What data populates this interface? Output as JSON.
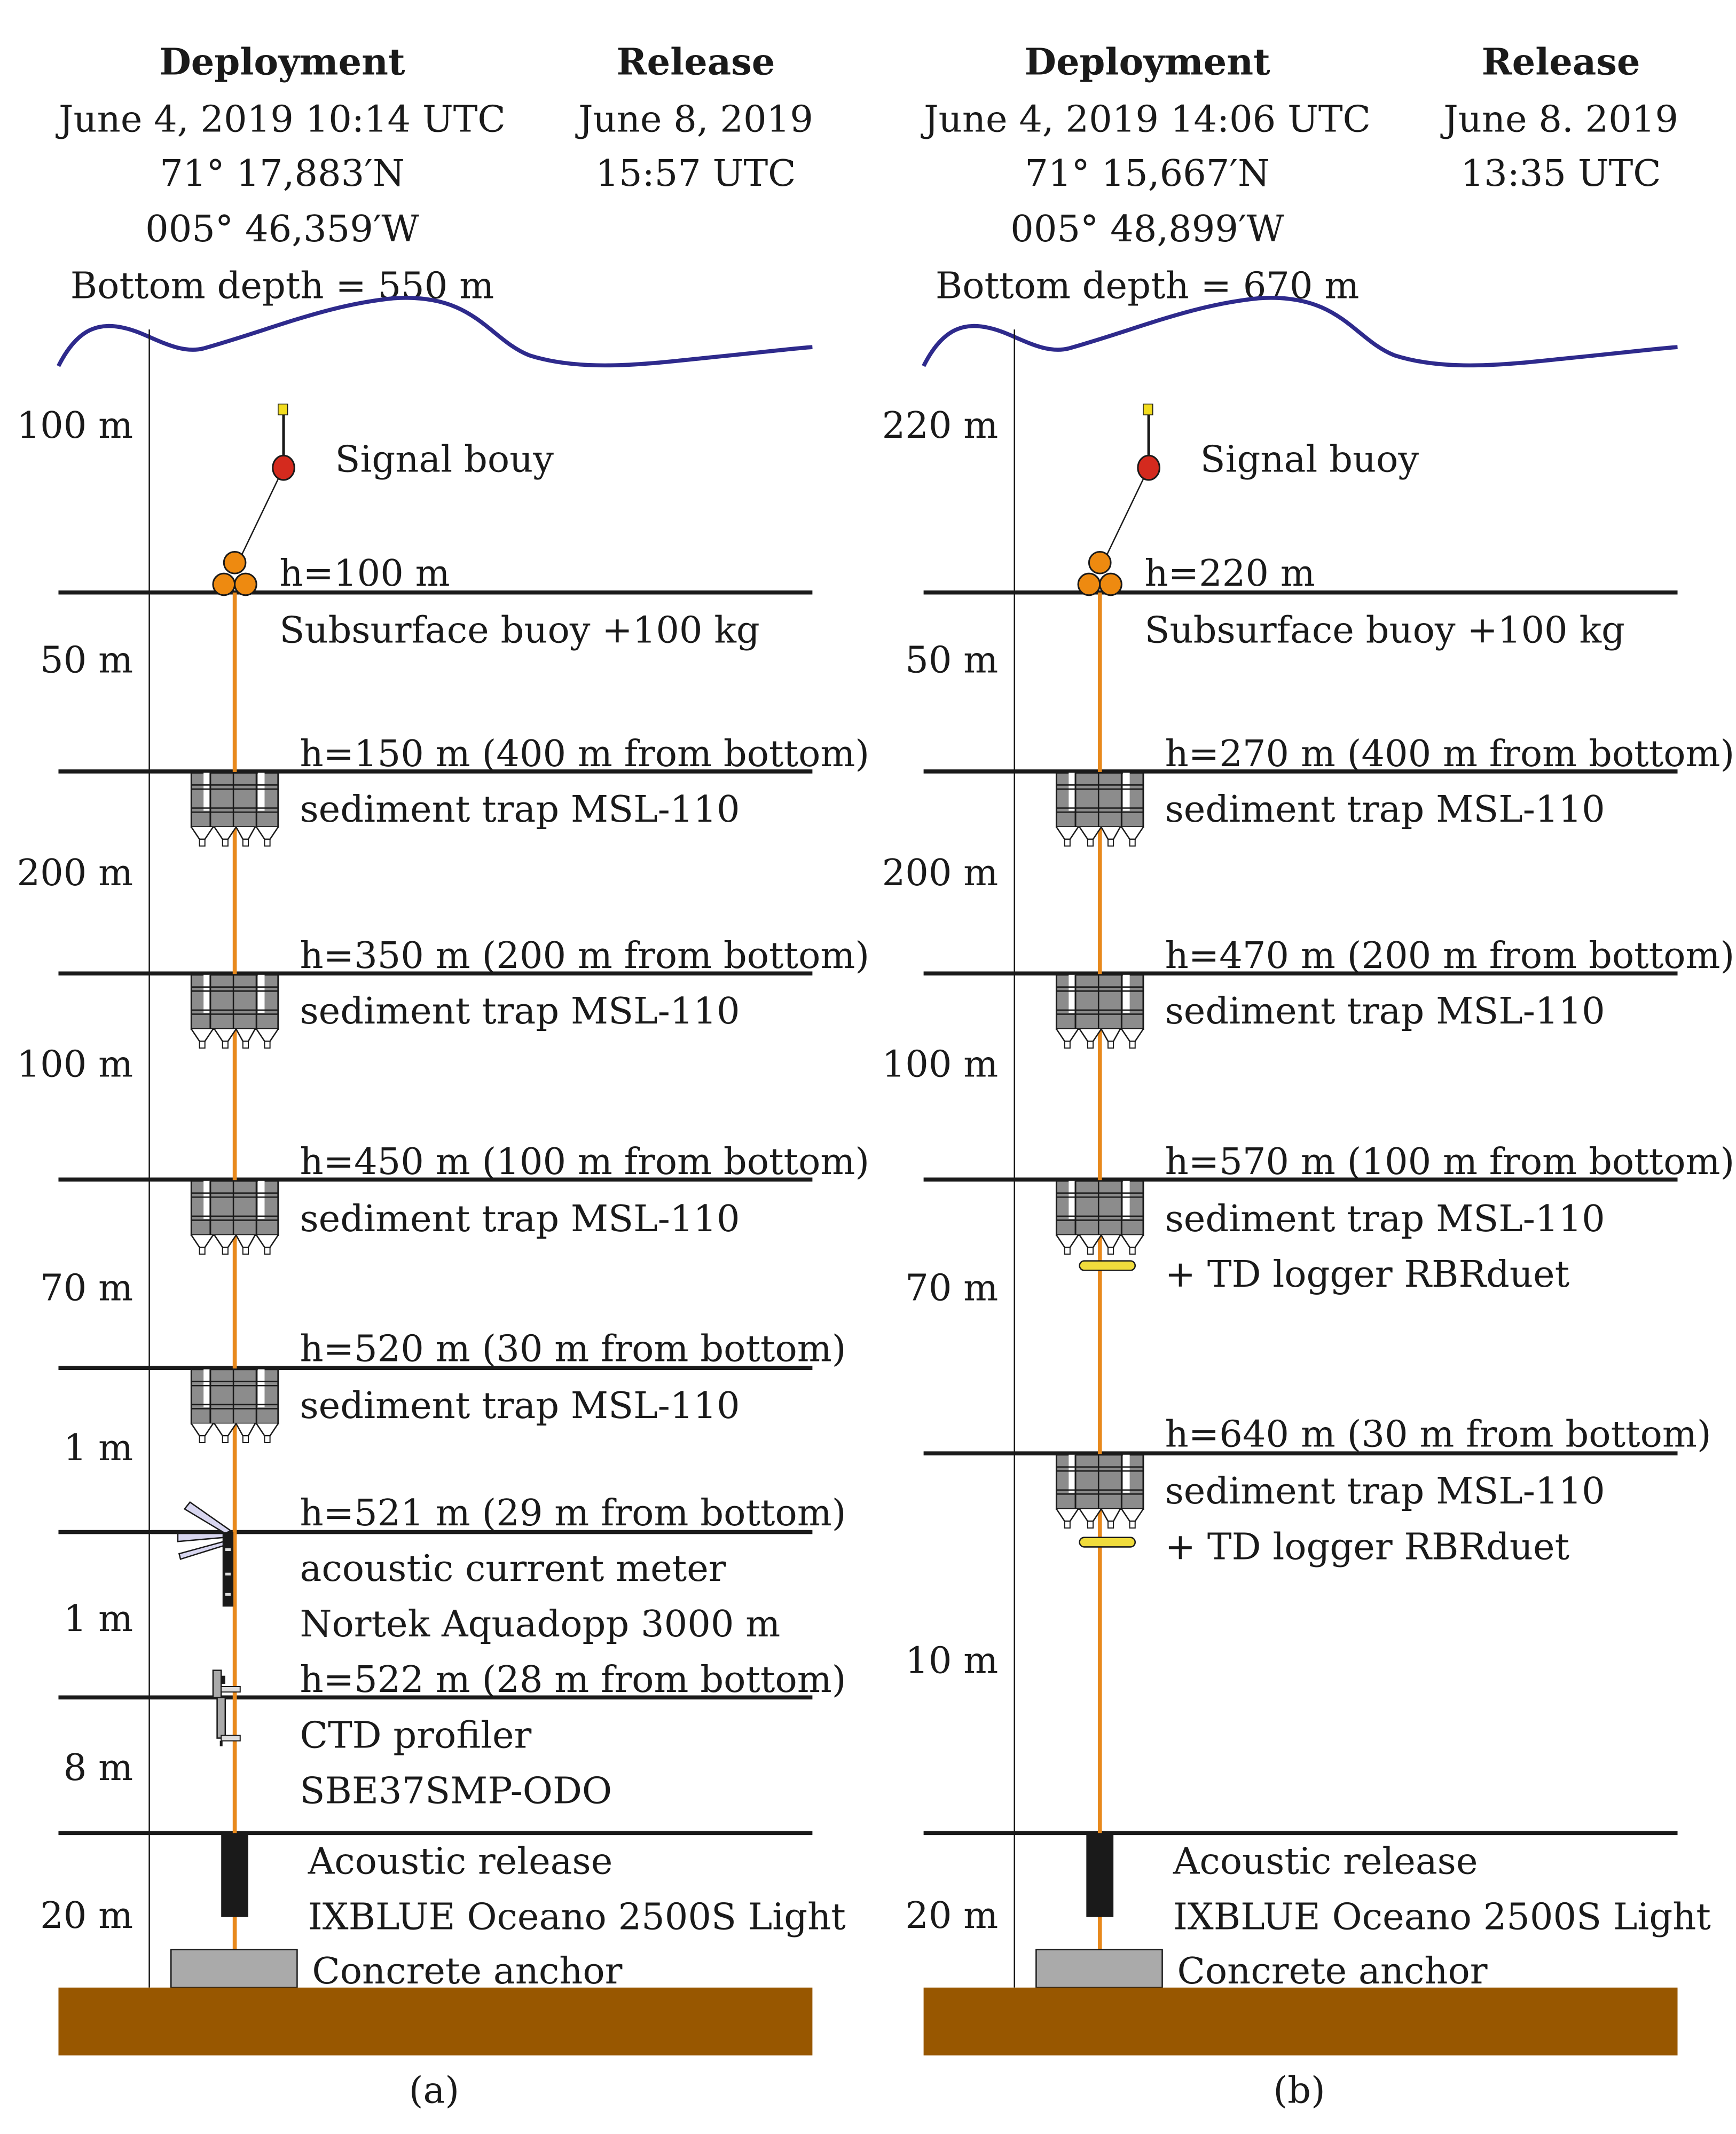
{
  "panels": [
    {
      "id": "a",
      "caption": "(a)",
      "deployment": {
        "title": "Deployment",
        "datetime": "June 4, 2019  10:14 UTC",
        "latitude": "71° 17,883′N",
        "longitude": "005° 46,359′W",
        "bottom_depth": "Bottom depth = 550 m"
      },
      "release": {
        "title": "Release",
        "date": "June 8, 2019",
        "time": "15:57 UTC"
      },
      "segment_lengths": [
        "100 m",
        "50 m",
        "200 m",
        "100 m",
        "70 m",
        "1 m",
        "1 m",
        "8 m",
        "20 m"
      ],
      "signal_buoy": "Signal bouy",
      "subsurface_depth": "h=100 m",
      "subsurface_label": "Subsurface buoy +100 kg",
      "instruments": [
        {
          "depth": "h=150 m (400 m from bottom)",
          "lines": [
            "sediment trap MSL-110"
          ]
        },
        {
          "depth": "h=350 m (200 m from bottom)",
          "lines": [
            "sediment trap MSL-110"
          ]
        },
        {
          "depth": "h=450 m (100 m from bottom)",
          "lines": [
            "sediment trap MSL-110"
          ]
        },
        {
          "depth": "h=520 m (30 m from bottom)",
          "lines": [
            "sediment trap MSL-110"
          ]
        },
        {
          "depth": "h=521 m (29 m from bottom)",
          "lines": [
            "acoustic current meter",
            "Nortek Aquadopp 3000 m"
          ]
        },
        {
          "depth": "h=522 m (28 m from bottom)",
          "lines": [
            "CTD profiler",
            "SBE37SMP-ODO"
          ]
        }
      ],
      "release_unit": [
        "Acoustic release",
        "IXBLUE Oceano 2500S Light"
      ],
      "anchor": "Concrete anchor"
    },
    {
      "id": "b",
      "caption": "(b)",
      "deployment": {
        "title": "Deployment",
        "datetime": "June 4, 2019  14:06 UTC",
        "latitude": "71° 15,667′N",
        "longitude": "005° 48,899′W",
        "bottom_depth": "Bottom depth = 670 m"
      },
      "release": {
        "title": "Release",
        "date": "June 8. 2019",
        "time": "13:35 UTC"
      },
      "segment_lengths": [
        "220 m",
        "50 m",
        "200 m",
        "100 m",
        "70 m",
        "10 m",
        "20 m"
      ],
      "signal_buoy": "Signal buoy",
      "subsurface_depth": "h=220 m",
      "subsurface_label": "Subsurface buoy +100 kg",
      "instruments": [
        {
          "depth": "h=270 m (400 m from bottom)",
          "lines": [
            "sediment trap MSL-110"
          ]
        },
        {
          "depth": "h=470 m (200 m from bottom)",
          "lines": [
            "sediment trap MSL-110"
          ]
        },
        {
          "depth": "h=570 m (100 m from bottom)",
          "lines": [
            "sediment trap MSL-110",
            "+ TD logger RBRduet"
          ]
        },
        {
          "depth": "h=640 m (30 m from bottom)",
          "lines": [
            "sediment trap MSL-110",
            "+ TD logger RBRduet"
          ]
        }
      ],
      "release_unit": [
        "Acoustic release",
        "IXBLUE Oceano 2500S Light"
      ],
      "anchor": "Concrete anchor"
    }
  ],
  "colors": {
    "sea_surface": "#2e2a8c",
    "mooring_line": "#e8891c",
    "seabed": "#985700",
    "anchor": "#aaaaaa",
    "signal_buoy": "#d42a1e",
    "flag": "#f2dc1e",
    "subsurface_buoy": "#ee8a10",
    "trap": "#8c8c8c",
    "td_logger": "#f0dc3c"
  }
}
